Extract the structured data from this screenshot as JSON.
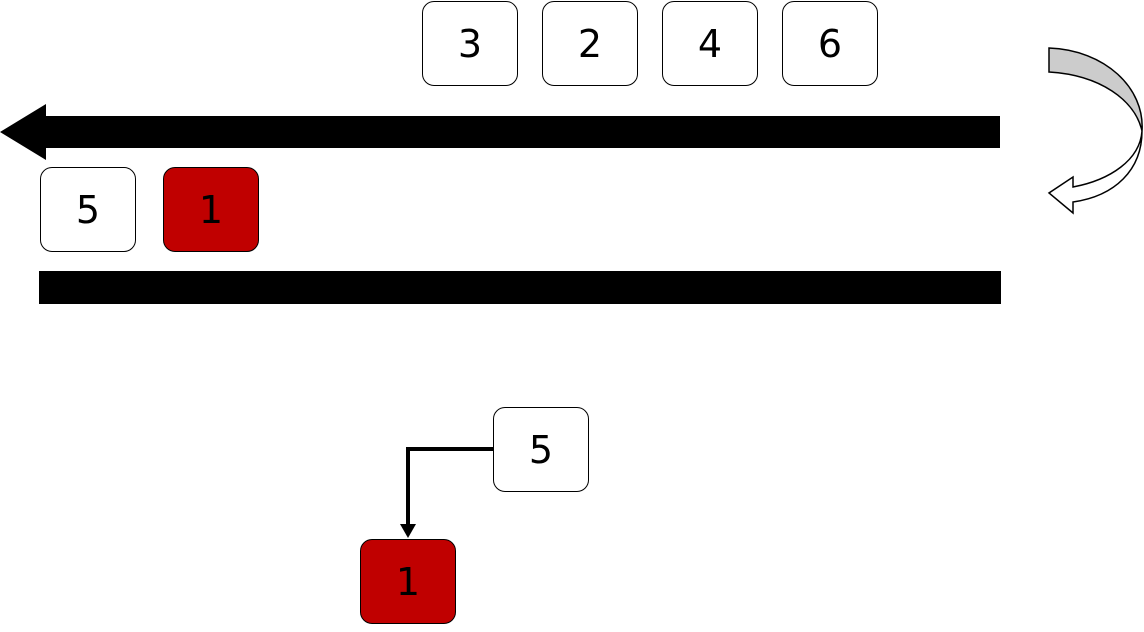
{
  "top_queue": {
    "nodes": [
      "3",
      "2",
      "4",
      "6"
    ]
  },
  "middle_row": {
    "nodes": [
      {
        "label": "5",
        "highlight": false
      },
      {
        "label": "1",
        "highlight": true
      }
    ]
  },
  "bottom_link": {
    "from": {
      "label": "5",
      "highlight": false
    },
    "to": {
      "label": "1",
      "highlight": true
    }
  },
  "colors": {
    "highlight": "#c00000",
    "curved_arrow_fill": "#cccccc",
    "bar": "#000000"
  }
}
